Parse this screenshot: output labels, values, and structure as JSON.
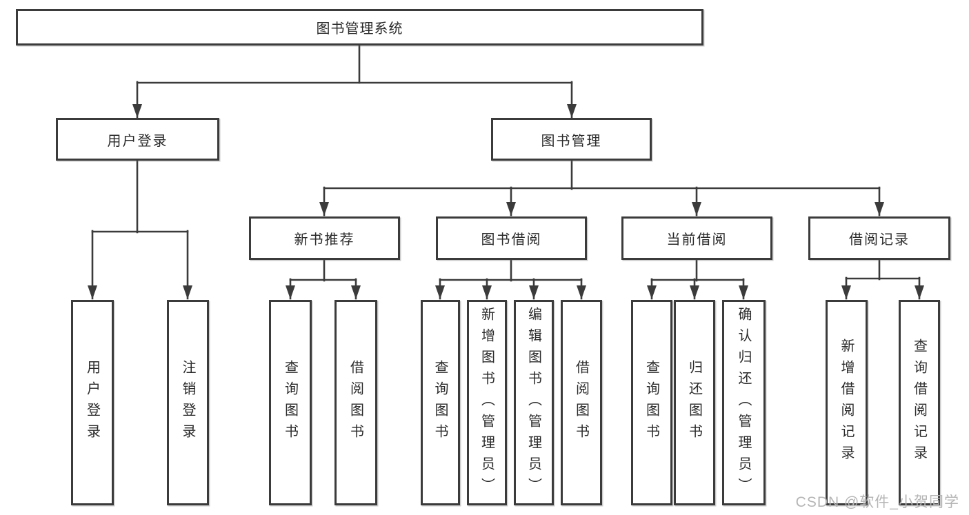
{
  "diagram": {
    "root": "图书管理系统",
    "level2": [
      "用户登录",
      "图书管理"
    ],
    "user_login_children": [
      "用户登录",
      "注销登录"
    ],
    "book_mgmt_children": [
      "新书推荐",
      "图书借阅",
      "当前借阅",
      "借阅记录"
    ],
    "new_book_rec_children": [
      "查询图书",
      "借阅图书"
    ],
    "book_borrow_children": [
      "查询图书",
      "新增图书（管理员）",
      "编辑图书（管理员）",
      "借阅图书"
    ],
    "current_borrow_children": [
      "查询图书",
      "归还图书",
      "确认归还（管理员）"
    ],
    "borrow_record_children": [
      "新增借阅记录",
      "查询借阅记录"
    ]
  },
  "watermark": "CSDN @软件_小贺同学",
  "colors": {
    "line": "#3b3b3b",
    "text": "#2b2b2b",
    "watermark": "#b5b5b5",
    "background": "#ffffff"
  }
}
